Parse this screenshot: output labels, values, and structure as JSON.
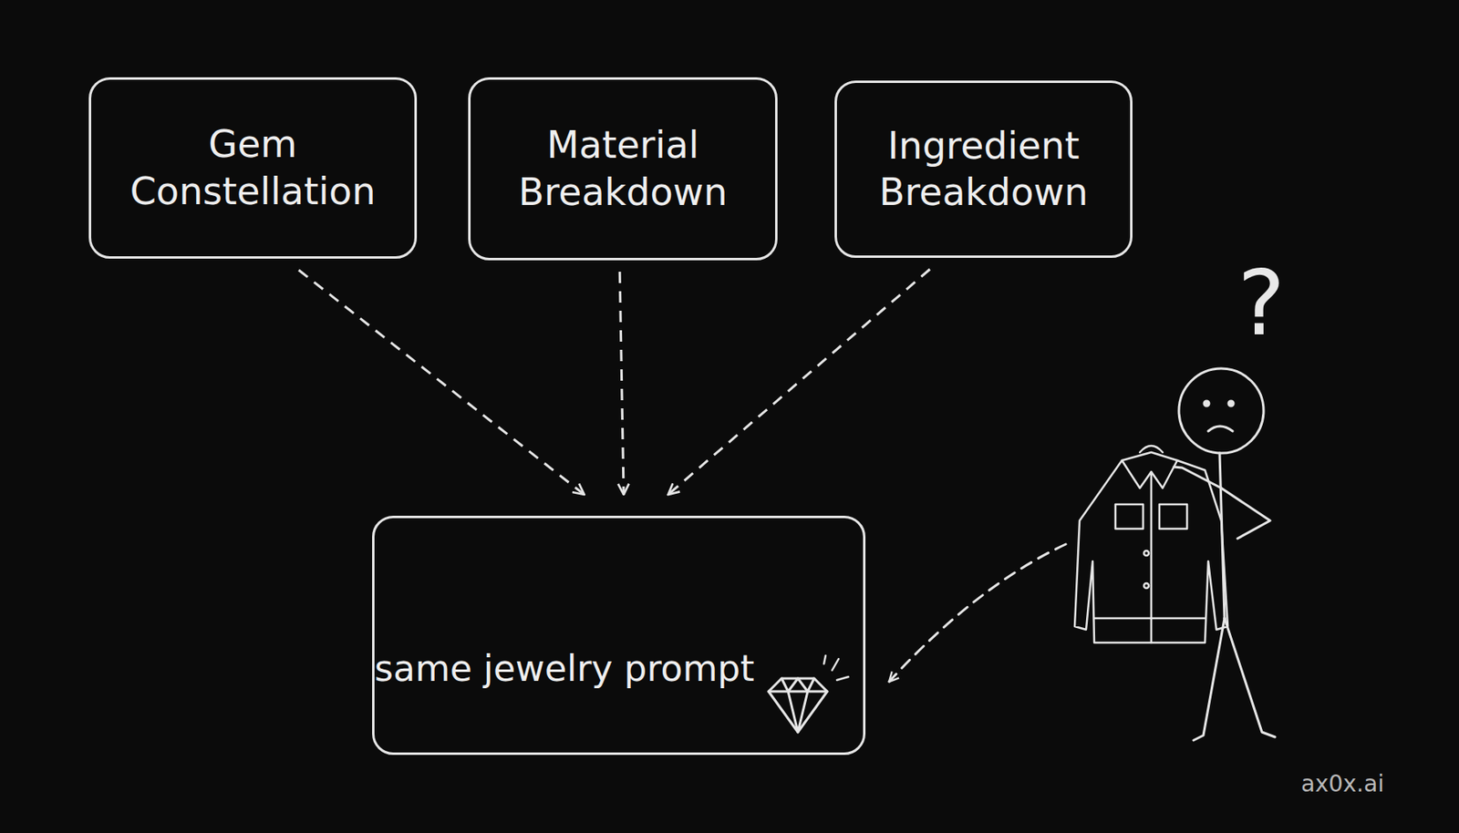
{
  "diagram": {
    "nodes": [
      {
        "text": [
          "Gem Constellation"
        ]
      },
      {
        "text": [
          "Material Breakdown"
        ]
      },
      {
        "text": [
          "Ingredient Breakdown"
        ]
      },
      {
        "text": [
          "same jewelry prompt"
        ]
      }
    ],
    "edges": [
      {
        "from": 0,
        "to": 3,
        "arrow": "to"
      },
      {
        "from": 1,
        "to": 3,
        "arrow": "to"
      },
      {
        "from": 2,
        "to": 3,
        "arrow": "to"
      }
    ],
    "labels": [
      "?",
      "ax0x.ai"
    ]
  }
}
